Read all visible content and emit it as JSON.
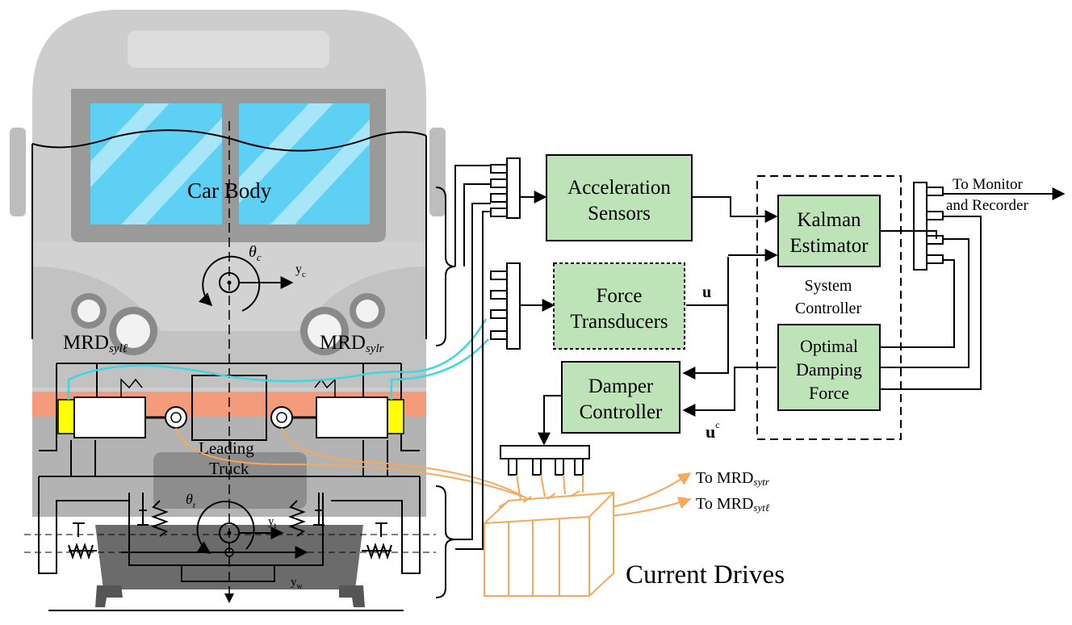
{
  "train": {
    "car_body_label": "Car Body",
    "theta_c_label": "θ",
    "theta_c_sub": "c",
    "yc_label": "y",
    "yc_sub": "c",
    "mrd_left_main": "MRD",
    "mrd_left_sub": "sylℓ",
    "mrd_right_main": "MRD",
    "mrd_right_sub": "sylr",
    "leading_truck_line1": "Leading",
    "leading_truck_line2": "Truck",
    "theta_t_label": "θ",
    "theta_t_sub": "t",
    "yt_label": "y",
    "yt_sub": "t",
    "yw_label": "y",
    "yw_sub": "w"
  },
  "blocks": {
    "acceleration_sensors": [
      "Acceleration",
      "Sensors"
    ],
    "force_transducers": [
      "Force",
      "Transducers"
    ],
    "damper_controller": [
      "Damper",
      "Controller"
    ],
    "kalman_estimator": [
      "Kalman",
      "Estimator"
    ],
    "optimal_damping_force": [
      "Optimal",
      "Damping",
      "Force"
    ],
    "system_controller": [
      "System",
      "Controller"
    ]
  },
  "signals": {
    "u_label": "u",
    "uc_label": "u",
    "uc_sup": "c",
    "to_monitor_line1": "To Monitor",
    "to_monitor_line2": "and Recorder",
    "to_mrd_sytr_main": "To MRD",
    "to_mrd_sytr_sub": "sytr",
    "to_mrd_sytl_main": "To MRD",
    "to_mrd_sytl_sub": "sytℓ",
    "current_drives": "Current Drives"
  },
  "colors": {
    "block_fill": "#bfe3b8",
    "cyan_wire": "#3fd6e0",
    "orange_wire": "#f7a85a",
    "glass": "#5ed0f3",
    "stripe": "#f39b7a",
    "body_grey": "#cdcdcd",
    "dark_grey": "#6b6b6b"
  }
}
